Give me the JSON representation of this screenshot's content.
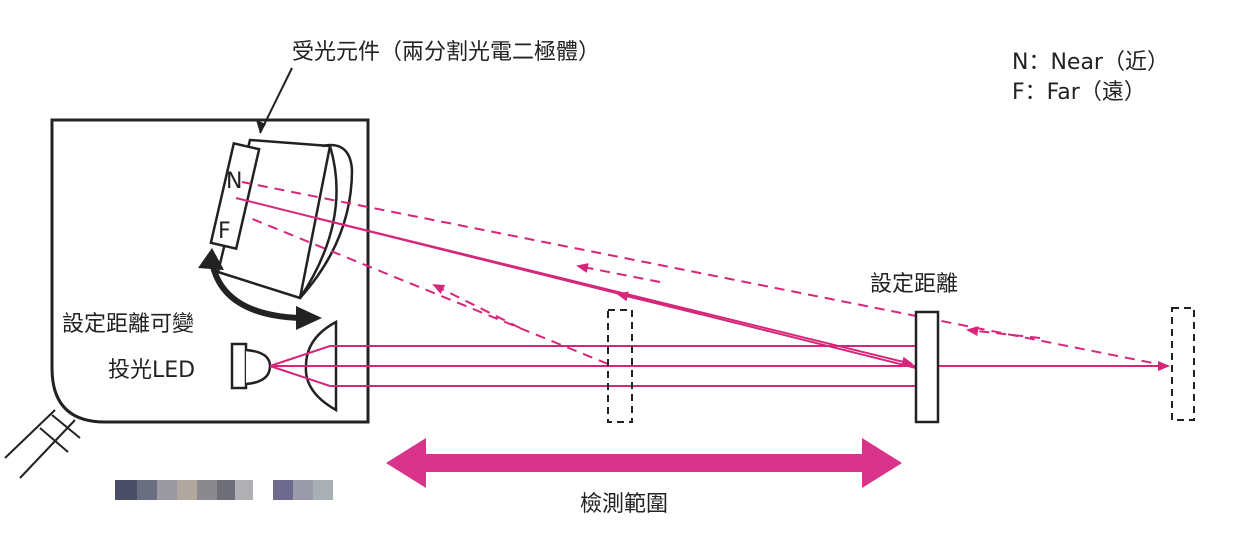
{
  "labels": {
    "receiver": "受光元件（兩分割光電二極體）",
    "legend_near": "N：Near（近）",
    "legend_far": "F：Far（遠）",
    "set_distance": "設定距離",
    "variable_distance": "設定距離可變",
    "emitter_led": "投光LED",
    "detection_range": "檢測範圍",
    "near_mark": "N",
    "far_mark": "F"
  },
  "colors": {
    "beam": "#d7267a",
    "range_arrow": "#d9338c",
    "outline": "#222222"
  },
  "icons": [
    "sensor-housing",
    "receiver-lens",
    "photodiode",
    "led-emitter",
    "emitter-lens",
    "cable",
    "rotation-arrow-icon",
    "detection-range-arrow-icon"
  ]
}
